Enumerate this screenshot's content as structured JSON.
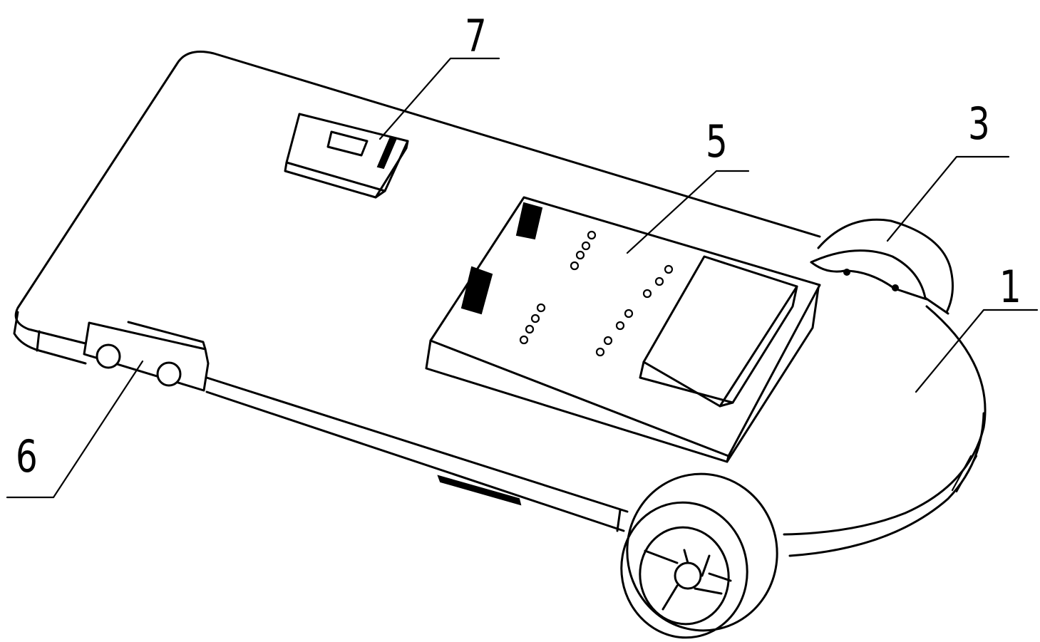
{
  "figure": {
    "type": "patent-line-drawing",
    "subject": "wheeled device, perspective view",
    "stroke_color": "#000000",
    "background_color": "#ffffff"
  },
  "labels": [
    {
      "id": "label-7",
      "text": "7",
      "part": "small module on upper platform"
    },
    {
      "id": "label-5",
      "text": "5",
      "part": "main control box with connector rows and battery compartment"
    },
    {
      "id": "label-3",
      "text": "3",
      "part": "upper rear caster housing"
    },
    {
      "id": "label-1",
      "text": "1",
      "part": "rounded rear body shell"
    },
    {
      "id": "label-6",
      "text": "6",
      "part": "front sensor module with two round lenses"
    }
  ]
}
